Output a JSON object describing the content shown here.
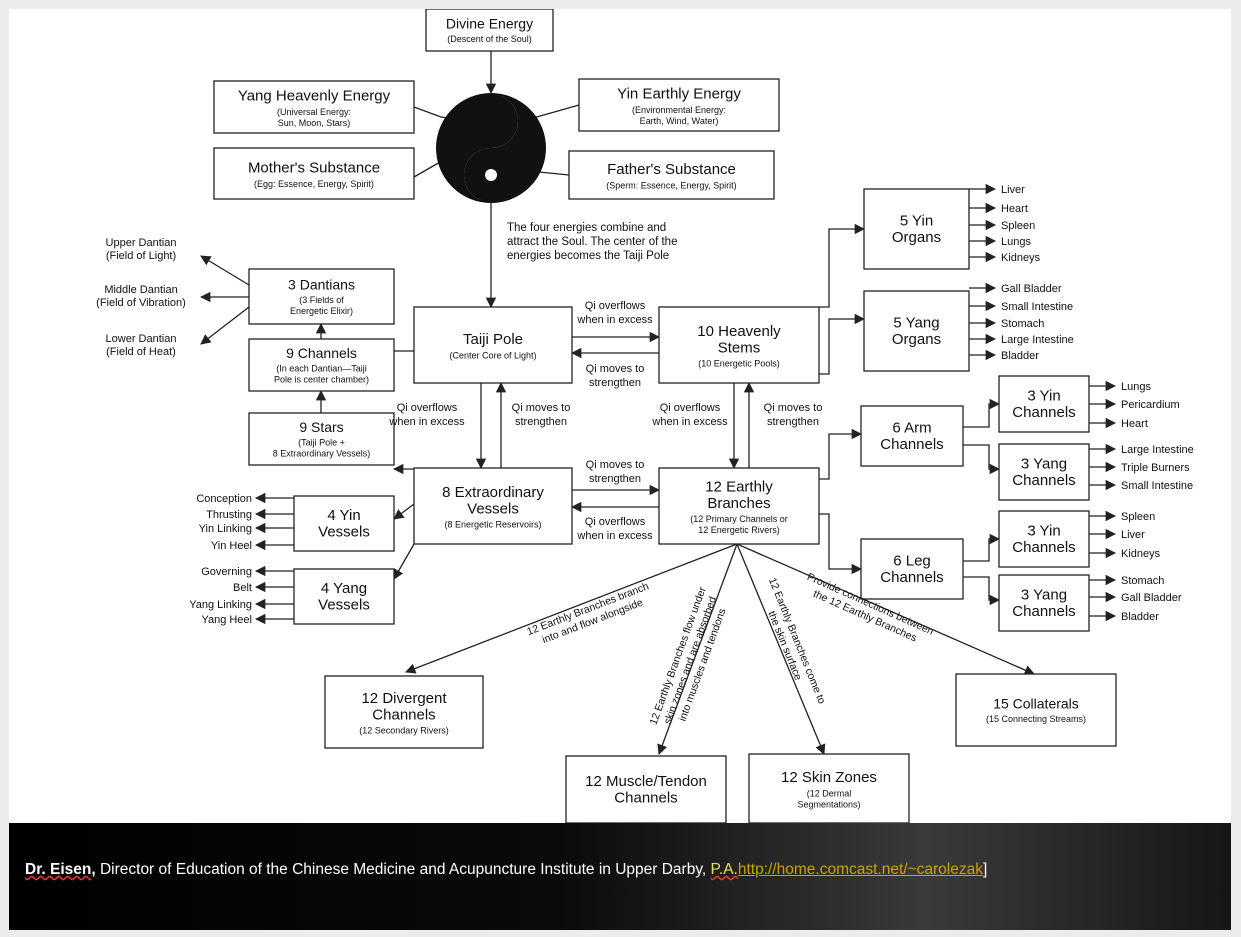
{
  "nodes": {
    "divine": {
      "title": "Divine Energy",
      "sub": [
        "(Descent of the Soul)"
      ]
    },
    "yang_heavenly": {
      "title": "Yang Heavenly Energy",
      "sub": [
        "(Universal Energy:",
        "Sun, Moon, Stars)"
      ]
    },
    "yin_earthly": {
      "title": "Yin Earthly Energy",
      "sub": [
        "(Environmental Energy:",
        "Earth, Wind, Water)"
      ]
    },
    "mother": {
      "title": "Mother's Substance",
      "sub": [
        "(Egg: Essence, Energy, Spirit)"
      ]
    },
    "father": {
      "title": "Father's Substance",
      "sub": [
        "(Sperm: Essence, Energy, Spirit)"
      ]
    },
    "dantians": {
      "title": "3 Dantians",
      "sub": [
        "(3 Fields of",
        "Energetic Elixir)"
      ]
    },
    "channels9": {
      "title": "9 Channels",
      "sub": [
        "(In each Dantian—Taiji",
        "Pole is center chamber)"
      ]
    },
    "stars9": {
      "title": "9 Stars",
      "sub": [
        "(Taiji Pole +",
        "8 Extraordinary Vessels)"
      ]
    },
    "taiji": {
      "title": "Taiji Pole",
      "sub": [
        "(Center Core of Light)"
      ]
    },
    "stems": {
      "title": [
        "10 Heavenly",
        "Stems"
      ],
      "sub": [
        "(10 Energetic Pools)"
      ]
    },
    "vessels8": {
      "title": [
        "8 Extraordinary",
        "Vessels"
      ],
      "sub": [
        "(8 Energetic Reservoirs)"
      ]
    },
    "branches": {
      "title": [
        "12 Earthly",
        "Branches"
      ],
      "sub": [
        "(12 Primary Channels or",
        "12 Energetic Rivers)"
      ]
    },
    "yin_organs": {
      "title": [
        "5 Yin",
        "Organs"
      ]
    },
    "yang_organs": {
      "title": [
        "5 Yang",
        "Organs"
      ]
    },
    "arm": {
      "title": [
        "6 Arm",
        "Channels"
      ]
    },
    "leg": {
      "title": [
        "6 Leg",
        "Channels"
      ]
    },
    "arm_yin": {
      "title": [
        "3 Yin",
        "Channels"
      ]
    },
    "arm_yang": {
      "title": [
        "3 Yang",
        "Channels"
      ]
    },
    "leg_yin": {
      "title": [
        "3 Yin",
        "Channels"
      ]
    },
    "leg_yang": {
      "title": [
        "3 Yang",
        "Channels"
      ]
    },
    "yin_vessels": {
      "title": [
        "4 Yin",
        "Vessels"
      ]
    },
    "yang_vessels": {
      "title": [
        "4 Yang",
        "Vessels"
      ]
    },
    "divergent": {
      "title": [
        "12 Divergent",
        "Channels"
      ],
      "sub": [
        "(12 Secondary Rivers)"
      ]
    },
    "collaterals": {
      "title": "15 Collaterals",
      "sub": [
        "(15 Connecting Streams)"
      ]
    },
    "muscle": {
      "title": [
        "12 Muscle/Tendon",
        "Channels"
      ]
    },
    "skin": {
      "title": "12 Skin Zones",
      "sub": [
        "(12 Dermal",
        "Segmentations)"
      ]
    }
  },
  "leaves": {
    "dantian_list": [
      [
        "Upper Dantian",
        "(Field of Light)"
      ],
      [
        "Middle Dantian",
        "(Field of Vibration)"
      ],
      [
        "Lower Dantian",
        "(Field of Heat)"
      ]
    ],
    "yin_organ_list": [
      "Liver",
      "Heart",
      "Spleen",
      "Lungs",
      "Kidneys"
    ],
    "yang_organ_list": [
      "Gall Bladder",
      "Small Intestine",
      "Stomach",
      "Large Intestine",
      "Bladder"
    ],
    "arm_yin_list": [
      "Lungs",
      "Pericardium",
      "Heart"
    ],
    "arm_yang_list": [
      "Large Intestine",
      "Triple Burners",
      "Small Intestine"
    ],
    "leg_yin_list": [
      "Spleen",
      "Liver",
      "Kidneys"
    ],
    "leg_yang_list": [
      "Stomach",
      "Gall Bladder",
      "Bladder"
    ],
    "yin_vessel_list": [
      "Conception",
      "Thrusting",
      "Yin Linking",
      "Yin Heel"
    ],
    "yang_vessel_list": [
      "Governing",
      "Belt",
      "Yang Linking",
      "Yang Heel"
    ]
  },
  "notes": {
    "combine": [
      "The four energies combine and",
      "attract the Soul. The center of the",
      "energies becomes the Taiji Pole"
    ],
    "qi_overflows": [
      "Qi overflows",
      "when in excess"
    ],
    "qi_moves": [
      "Qi moves to",
      "strengthen"
    ]
  },
  "branch_labels": {
    "divergent": [
      "12 Earthly Branches branch",
      "into and flow alongside"
    ],
    "muscle": [
      "12 Earthly Branches flow under",
      "skin zones and are absorbed",
      "into muscles and tendons"
    ],
    "skin": [
      "12 Earthly Branches come to",
      "the skin surface"
    ],
    "collaterals": [
      "Provide connections between",
      "the 12 Earthly Branches"
    ]
  },
  "footer": {
    "name": "Dr. Eisen,",
    "text": " Director of Education of the Chinese Medicine and Acupuncture Institute in Upper Darby, ",
    "pa": "P.A.",
    "url": "http://home.comcast.net/~carolezak",
    "end": "]"
  },
  "colors": {
    "footer_bg": "#000000",
    "link": "#c9a400"
  }
}
